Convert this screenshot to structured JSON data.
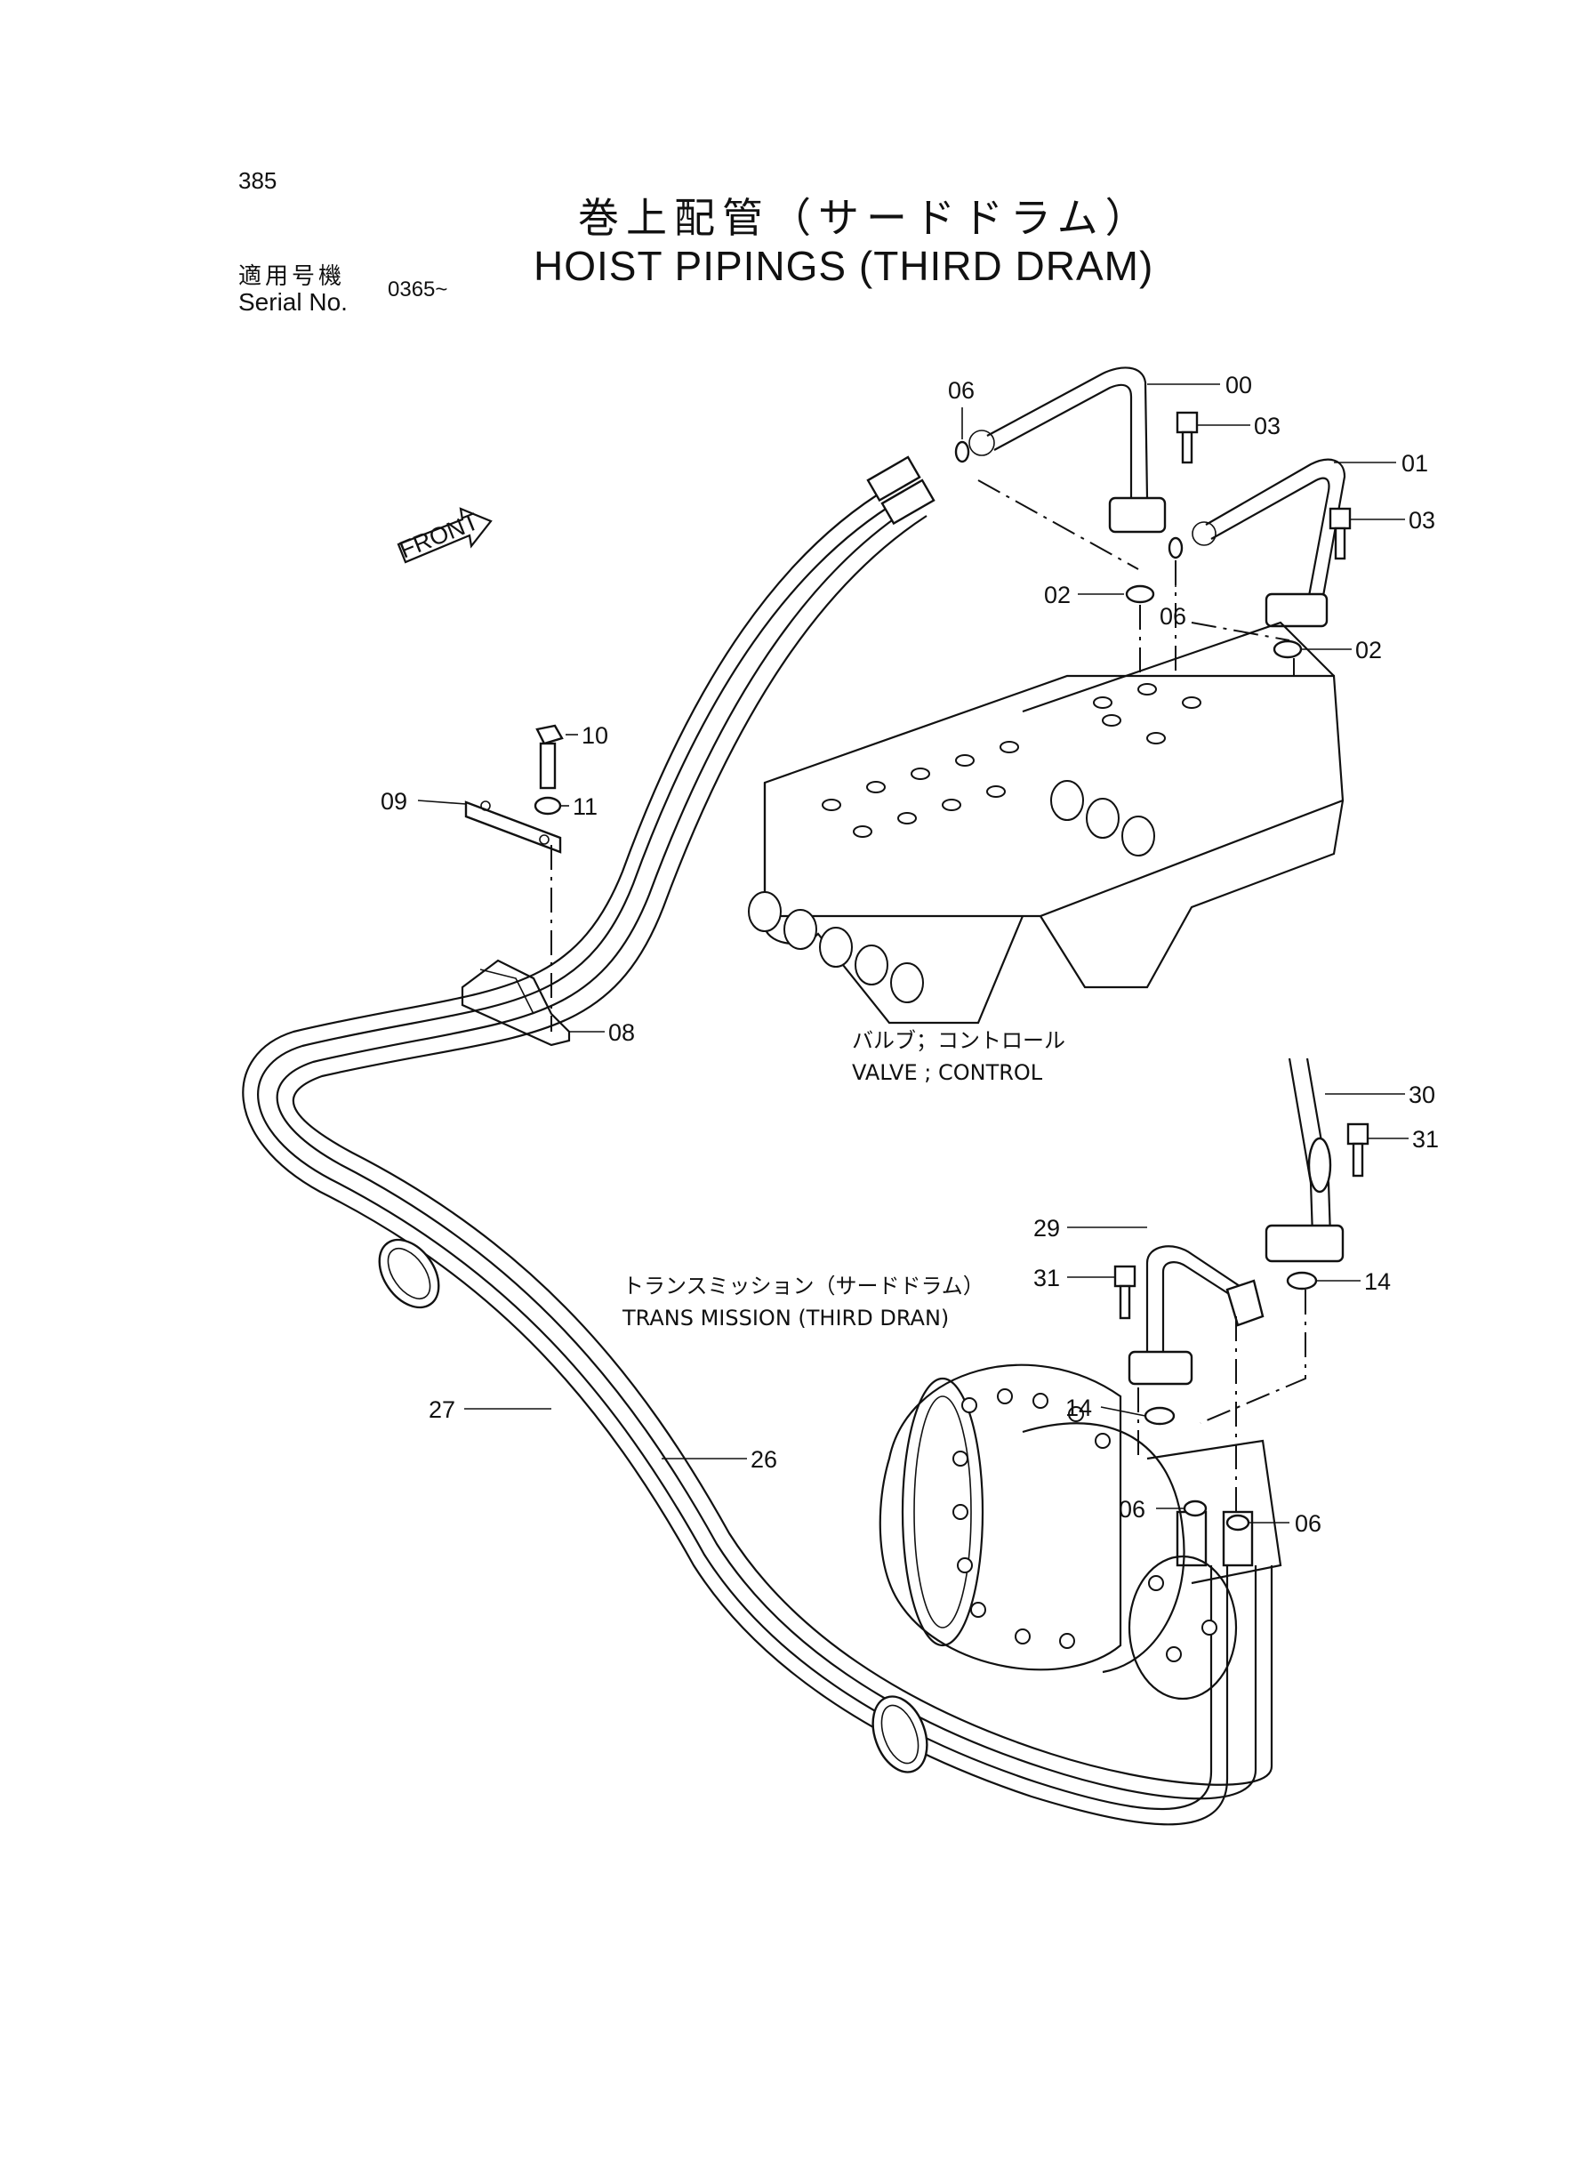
{
  "page_number": "385",
  "title": {
    "japanese": "巻上配管（サードドラム）",
    "english": "HOIST PIPINGS (THIRD DRAM)"
  },
  "serial": {
    "label_japanese": "適用号機",
    "label_english": "Serial No.",
    "value": "0365~"
  },
  "front_arrow": "FRONT",
  "assemblies": {
    "control_valve": {
      "japanese": "バルブ；コントロール",
      "english": "VALVE ; CONTROL"
    },
    "trans_mission": {
      "japanese": "トランスミッション（サードドラム）",
      "english": "TRANS MISSION (THIRD DRAN)"
    }
  },
  "callouts": [
    "06",
    "00",
    "03",
    "01",
    "03",
    "02",
    "06",
    "02",
    "10",
    "11",
    "09",
    "08",
    "30",
    "31",
    "29",
    "31",
    "14",
    "14",
    "27",
    "26",
    "06",
    "06"
  ]
}
